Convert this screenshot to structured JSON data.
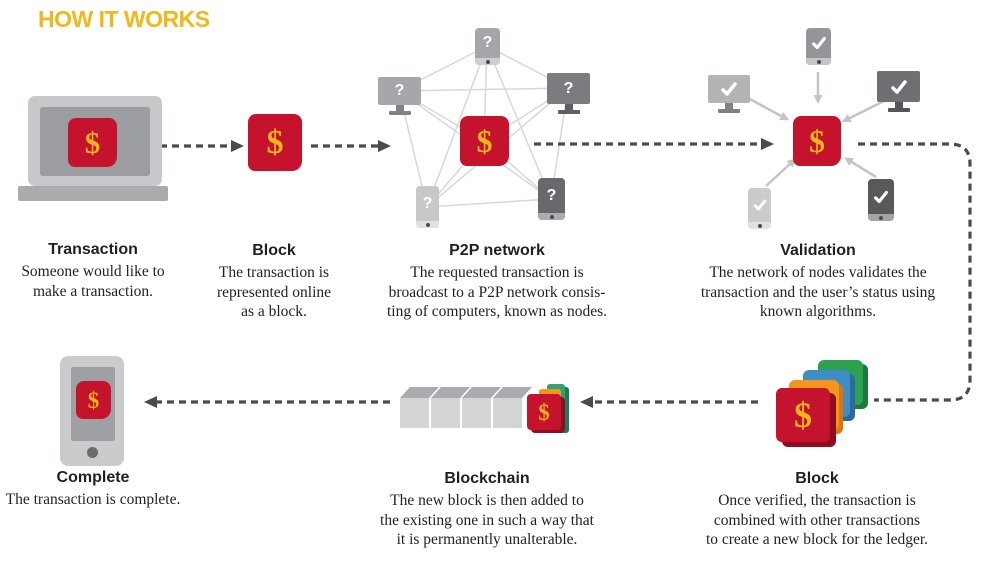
{
  "title": "HOW IT WORKS",
  "colors": {
    "title_yellow": "#F2B718",
    "brand_red": "#C5132D",
    "dollar_gold": "#F2B51B",
    "dash_arrow_gray": "#4A4B4E",
    "mesh_line_gray": "#D7D8DA",
    "stack_green": "#2EA050",
    "stack_blue": "#3D8EC3",
    "stack_orange": "#F7941D"
  },
  "icons": {
    "dollar": "$",
    "question": "?",
    "check": "check-mark"
  },
  "steps": [
    {
      "heading": "Transaction",
      "body": "Someone would like to\nmake a transaction."
    },
    {
      "heading": "Block",
      "body": "The transaction is\nrepresented online\nas a block."
    },
    {
      "heading": "P2P network",
      "body": "The requested transaction is\nbroadcast to a P2P network consis-\nting of computers, known as nodes."
    },
    {
      "heading": "Validation",
      "body": "The network of nodes validates the\ntransaction and the user’s status using\nknown algorithms."
    },
    {
      "heading": "Block",
      "body": "Once verified, the transaction is\ncombined with other transactions\nto create a new block for the ledger."
    },
    {
      "heading": "Blockchain",
      "body": "The new block is then added to\nthe existing one in such a way that\nit is permanently unalterable."
    },
    {
      "heading": "Complete",
      "body": "The transaction is complete."
    }
  ]
}
